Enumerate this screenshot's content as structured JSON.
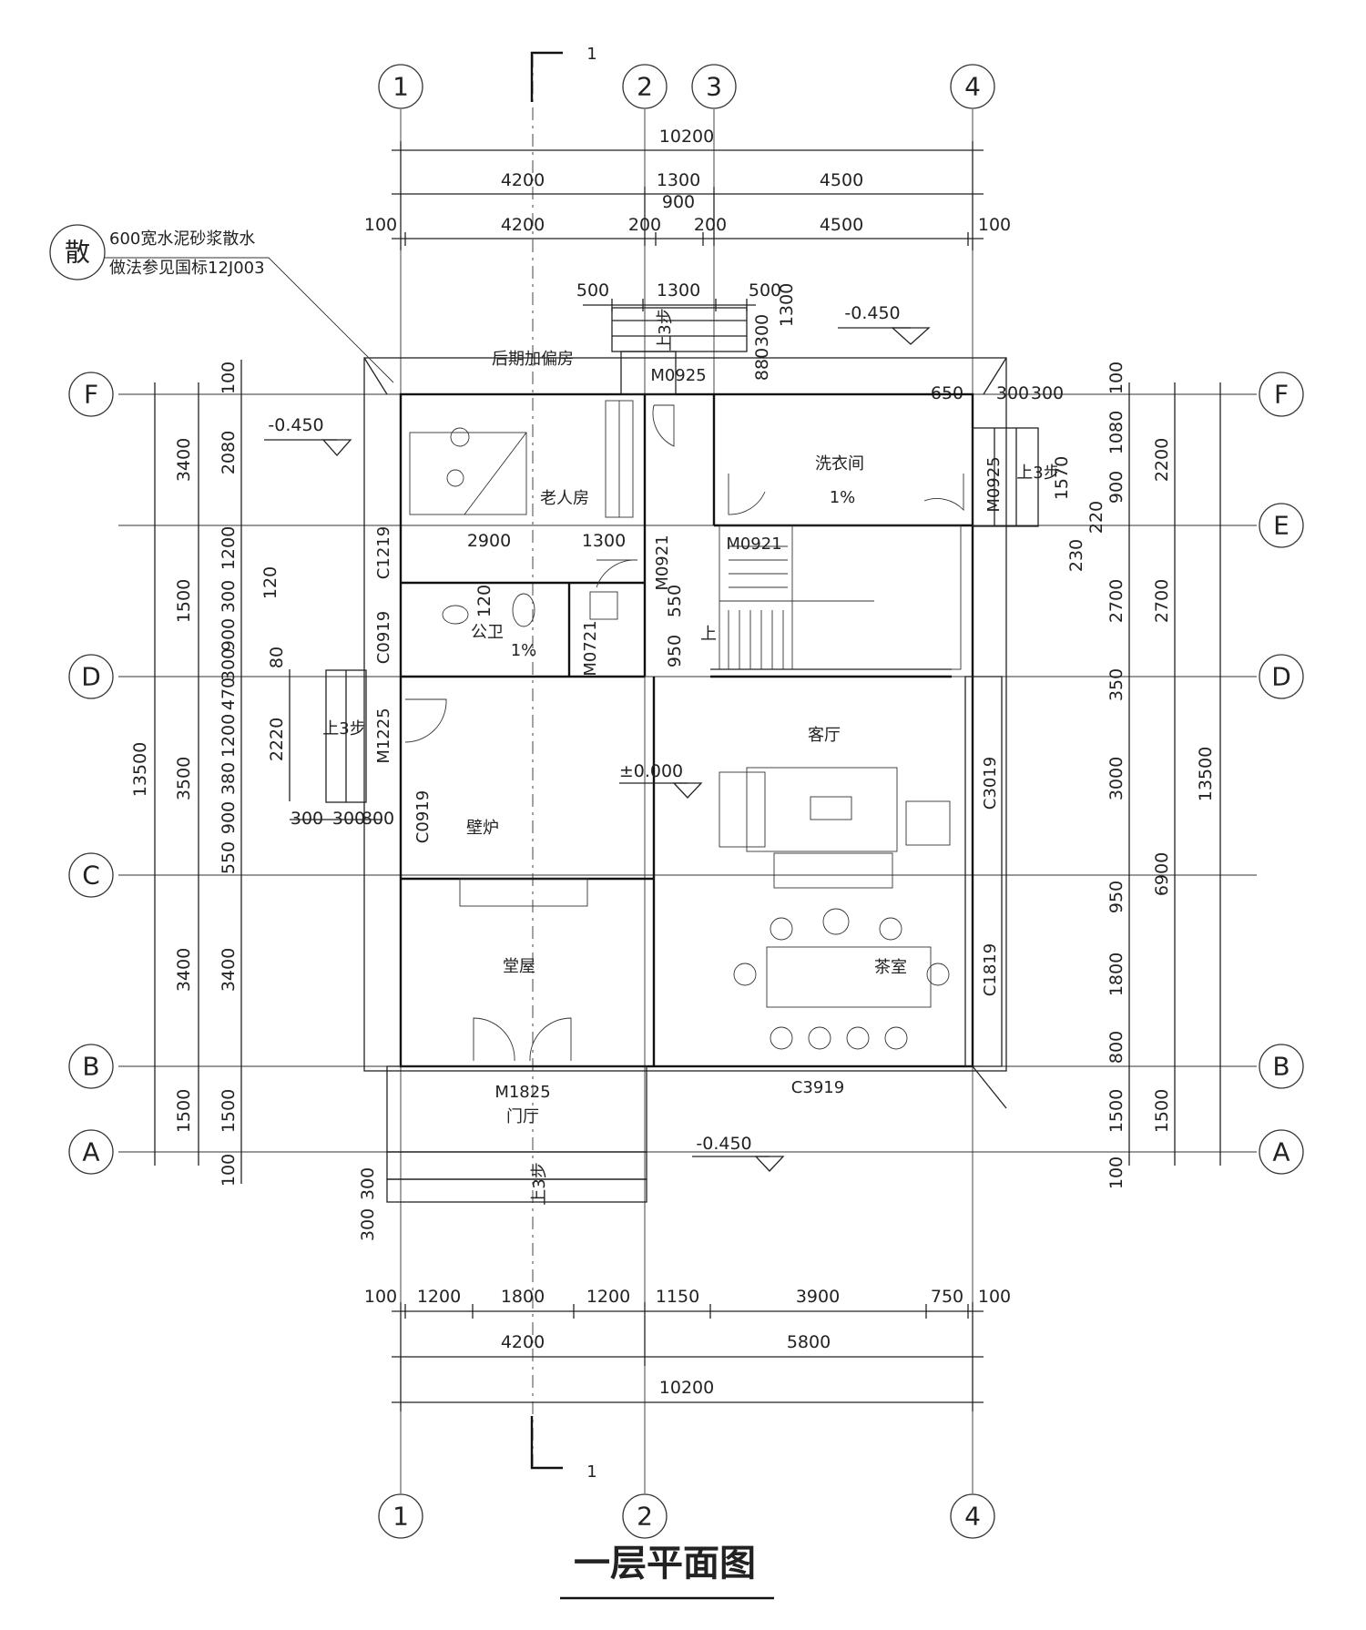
{
  "title": "一层平面图",
  "section_mark": "1",
  "grid_axes": {
    "vertical": [
      "1",
      "2",
      "3",
      "4"
    ],
    "horizontal": [
      "F",
      "E",
      "D",
      "C",
      "B",
      "A"
    ]
  },
  "top_dimensions": {
    "total": "10200",
    "row2": [
      "4200",
      "1300",
      "4500"
    ],
    "row3": [
      "100",
      "4200",
      "200",
      "900",
      "200",
      "4500",
      "100"
    ],
    "steps": [
      "500",
      "1300",
      "500"
    ]
  },
  "bottom_dimensions": {
    "row1": [
      "100",
      "1200",
      "1800",
      "1200",
      "1150",
      "3900",
      "750",
      "100"
    ],
    "row2": [
      "4200",
      "5800"
    ],
    "total": "10200"
  },
  "left_dimensions": {
    "outer_total": "13500",
    "mid": [
      "3400",
      "1500",
      "3500",
      "3400",
      "1500"
    ],
    "inner": [
      "100",
      "2080",
      "1200",
      "300",
      "900",
      "300",
      "470",
      "1200",
      "380",
      "900",
      "550",
      "3400",
      "1500",
      "100"
    ],
    "small": [
      "120",
      "80",
      "2220",
      "300",
      "300",
      "800",
      "300",
      "300"
    ]
  },
  "right_dimensions": {
    "outer_total": "13500",
    "mid": [
      "2200",
      "2700",
      "6900",
      "1500"
    ],
    "inner": [
      "100",
      "1080",
      "900",
      "220",
      "230",
      "2700",
      "350",
      "3000",
      "950",
      "1800",
      "800",
      "1500",
      "100"
    ],
    "small": [
      "300",
      "300",
      "650",
      "1570"
    ]
  },
  "rooms": {
    "elderly": "老人房",
    "laundry": "洗衣间",
    "toilet": "公卫",
    "living": "客厅",
    "fireplace": "壁炉",
    "hall": "堂屋",
    "tea": "茶室",
    "porch": "门厅",
    "future": "后期加偏房"
  },
  "slopes": {
    "laundry": "1%",
    "toilet": "1%"
  },
  "levels": {
    "top": "-0.450",
    "left": "-0.450",
    "main": "±0.000",
    "bottom": "-0.450"
  },
  "doors": [
    "M0925",
    "M0921",
    "M0921",
    "M0721",
    "M1225",
    "M1825",
    "M0925"
  ],
  "windows": [
    "C1219",
    "C0919",
    "C0919",
    "C3019",
    "C1819",
    "C3919"
  ],
  "misc": {
    "step_up": "上3步",
    "up": "上",
    "room_dim_a": "2900",
    "room_dim_b": "1300",
    "stair_dims": [
      "550",
      "950",
      "120"
    ],
    "v_880": "880",
    "v_300": "300",
    "v_1300": "1300"
  },
  "note": {
    "badge": "散",
    "line1": "600宽水泥砂浆散水",
    "line2": "做法参见国标12J003"
  }
}
